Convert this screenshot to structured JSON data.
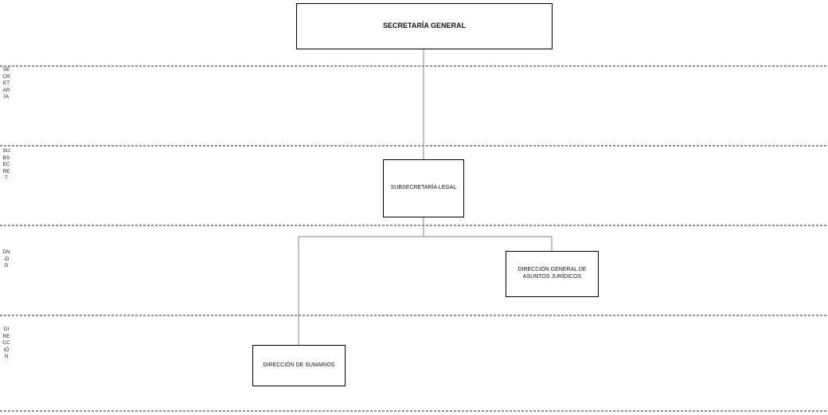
{
  "org_chart": {
    "nodes": {
      "secretaria_general": "SECRETARÍA GENERAL",
      "subsecretaria_legal": "SUBSECRETARÍA LEGAL",
      "direccion_general_asuntos_juridicos": "DIRECCIÓN GENERAL DE ASUNTOS JURÍDICOS",
      "direccion_sumarios": "DIRECCIÓN DE SUMARIOS"
    },
    "band_labels": {
      "secretaria": "SECRETARÍA",
      "subsecretaria": "SUBSECRET",
      "dn_dg": "DN-DG",
      "direccion": "DIRECCIÓN"
    },
    "edges": [
      [
        "secretaria_general",
        "subsecretaria_legal"
      ],
      [
        "subsecretaria_legal",
        "direccion_sumarios"
      ],
      [
        "subsecretaria_legal",
        "direccion_general_asuntos_juridicos"
      ]
    ],
    "colors": {
      "connector": "#9a9a9a",
      "band_divider": "#222222",
      "box_border": "#000000"
    }
  }
}
